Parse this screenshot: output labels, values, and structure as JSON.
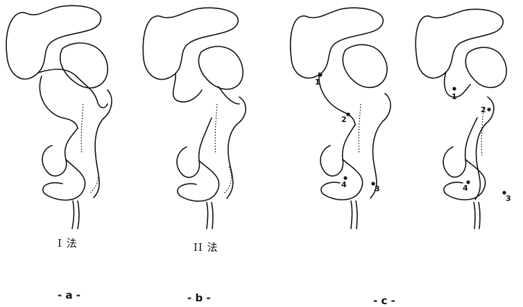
{
  "figure": {
    "captions": {
      "a": "I 法",
      "b": "II 法"
    },
    "sublabels": {
      "a": "- a -",
      "b": "- b -",
      "c": "- c -"
    },
    "markers_c1": [
      "1",
      "2",
      "3",
      "4"
    ],
    "markers_c2": [
      "1",
      "2",
      "3",
      "4"
    ]
  }
}
